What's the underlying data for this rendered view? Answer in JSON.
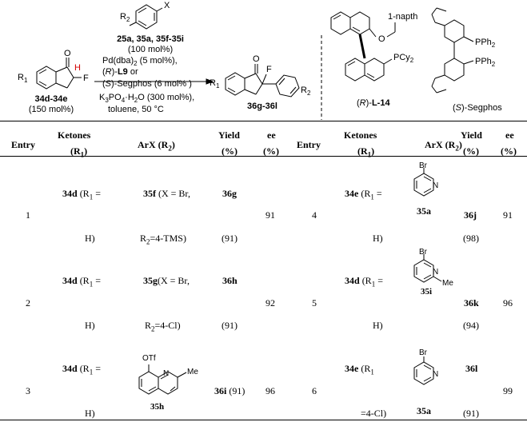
{
  "scheme": {
    "reagent_r2": "R",
    "reagent_r2_sub": "2",
    "reagent_x": "X",
    "reagent_ids": "25a, 35a, 35f-35i",
    "reagent_amt": "(100 mol%)",
    "catalyst": "Pd(dba)",
    "catalyst_sub": "2",
    "catalyst_amt": " (5 mol%),",
    "ligand_pre": "(",
    "ligand_R": "R",
    "ligand_mid": ")-",
    "ligand_L9": "L9",
    "ligand_or": " or",
    "ligand2_pre": "(",
    "ligand2_S": "S",
    "ligand2_mid": ")-Segphos (6 mol% )",
    "base": "K",
    "base_sub1": "3",
    "base_mid": "PO",
    "base_sub2": "4",
    "base_rest": "·H",
    "base_sub3": "2",
    "base_end": "O (300 mol%),",
    "conditions": "toluene, 50 °C",
    "sm_ids": "34d-34e",
    "sm_amt": "(150 mol%)",
    "sm_O": "O",
    "sm_H": "H",
    "sm_F": "F",
    "sm_R1": "R",
    "sm_R1_sub": "1",
    "prod_ids": "36g-36l",
    "prod_O": "O",
    "prod_F": "F",
    "prod_R1": "R",
    "prod_R1_sub": "1",
    "prod_R2": "R",
    "prod_R2_sub": "2",
    "l14_label_pre": "(",
    "l14_R": "R",
    "l14_label_mid": ")-",
    "l14_name": "L-14",
    "l14_napth": "1-napth",
    "l14_O": "O",
    "l14_PCy": "PCy",
    "l14_PCy_sub": "2",
    "seg_label_pre": "(",
    "seg_S": "S",
    "seg_label_mid": ")-Segphos",
    "seg_PPh_a": "PPh",
    "seg_PPh_a_sub": "2",
    "seg_PPh_b": "PPh",
    "seg_PPh_b_sub": "2"
  },
  "table": {
    "headers": {
      "entry": "Entry",
      "ketones": "Ketones",
      "r1": "(R",
      "r1_sub": "1",
      "r1_close": ")",
      "arx": "ArX (R",
      "arx_sub": "2",
      "arx_close": ")",
      "yield": "Yield",
      "pct": "(%)",
      "ee": "ee",
      "ee_pct": "(%)"
    },
    "rows": [
      {
        "entry": "1",
        "ket_id": "34d",
        "ket_a": " (R",
        "ket_sub": "1",
        "ket_b": " =",
        "ket_c": "H)",
        "ar_id": "35f",
        "ar_a": " (X = Br,",
        "ar_b": "R",
        "ar_b_sub": "2",
        "ar_c": "=4-TMS)",
        "prod": "36g",
        "yield": "(91)",
        "ee": "91"
      },
      {
        "entry": "2",
        "ket_id": "34d",
        "ket_a": " (R",
        "ket_sub": "1",
        "ket_b": " =",
        "ket_c": "H)",
        "ar_id": "35g",
        "ar_a": "(X = Br,",
        "ar_b": "R",
        "ar_b_sub": "2",
        "ar_c": "=4-Cl)",
        "prod": "36h",
        "yield": "(91)",
        "ee": "92"
      },
      {
        "entry": "3",
        "ket_id": "34d",
        "ket_a": " (R",
        "ket_sub": "1",
        "ket_b": " =",
        "ket_c": "H)",
        "ar_id": "35h",
        "ar_sub_otf": "OTf",
        "ar_sub_me": "Me",
        "ar_sub_n": "N",
        "prod": "36i",
        "yield": " (91)",
        "ee": "96"
      },
      {
        "entry": "4",
        "ket_id": "34e",
        "ket_a": " (R",
        "ket_sub": "1",
        "ket_b": " =",
        "ket_c": "H)",
        "ar_id": "35a",
        "ar_br": "Br",
        "ar_n": "N",
        "prod": "36j",
        "yield": "(98)",
        "ee": "91"
      },
      {
        "entry": "5",
        "ket_id": "34d",
        "ket_a": " (R",
        "ket_sub": "1",
        "ket_b": " =",
        "ket_c": "H)",
        "ar_id": "35i",
        "ar_br": "Br",
        "ar_n": "N",
        "ar_me": "Me",
        "prod": "36k",
        "yield": "(94)",
        "ee": "96"
      },
      {
        "entry": "6",
        "ket_id": "34e",
        "ket_a": " (R",
        "ket_sub": "1",
        "ket_b": "",
        "ket_c": "=4-Cl)",
        "ar_id": "35a",
        "ar_br": "Br",
        "ar_n": "N",
        "prod": "36l",
        "yield": "(91)",
        "ee": "99"
      }
    ]
  }
}
